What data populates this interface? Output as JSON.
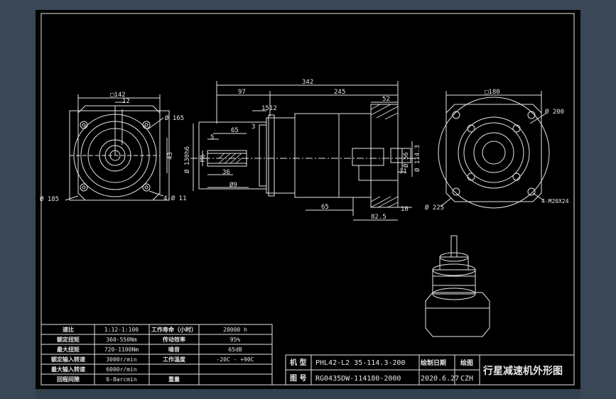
{
  "dims": {
    "d342": "342",
    "d97": "97",
    "d245": "245",
    "d52": "52",
    "d15": "15",
    "d12a": "12",
    "d3": "3",
    "d65a": "65",
    "d5": "5",
    "d36": "36",
    "dphi9": "Ø9",
    "dM6": "M6",
    "dphi130": "Ø 130h6",
    "d65b": "65",
    "d825": "82.5",
    "d10": "10",
    "d31": "31",
    "dphi56": "Ø 56",
    "dphi114": "Ø 114.3",
    "sq142": "□142",
    "d12b": "12",
    "dphi165": "Ø 165",
    "d43": "43",
    "dphi185": "Ø 185",
    "holes_left": "4-Ø 11",
    "sq180": "□180",
    "dphi200": "Ø 200",
    "dphi225": "Ø 225",
    "holes_right": "4-M20X24"
  },
  "specs": {
    "rows": [
      {
        "k1": "速比",
        "v1": "1:12-1:100",
        "k2": "工作寿命（小时）",
        "v2": "20000 h"
      },
      {
        "k1": "额定扭矩",
        "v1": "360-550Nm",
        "k2": "传动效率",
        "v2": "95%"
      },
      {
        "k1": "最大扭矩",
        "v1": "720-1100Nm",
        "k2": "噪音",
        "v2": "65dB"
      },
      {
        "k1": "额定输入转速",
        "v1": "3000r/min",
        "k2": "工作温度",
        "v2": "-20C - +90C"
      },
      {
        "k1": "最大输入转速",
        "v1": "6000r/min",
        "k2": "",
        "v2": ""
      },
      {
        "k1": "回程间隙",
        "v1": "6-8arcmin",
        "k2": "重量",
        "v2": ""
      }
    ]
  },
  "title_block": {
    "model_label": "机 型",
    "model_value": "PHL42-L2 35-114.3-200",
    "drawn_label": "绘制日期",
    "drawn_date": "2020.6.27",
    "drawer_label": "绘图",
    "drawer": "CZH",
    "drawing_no_label": "图 号",
    "drawing_no": "RG0435DW-114180-2000",
    "title": "行星减速机外形图"
  },
  "colors": {
    "lines": "#e6e6e6",
    "sheet": "#000000",
    "frame": "#3a4757"
  }
}
